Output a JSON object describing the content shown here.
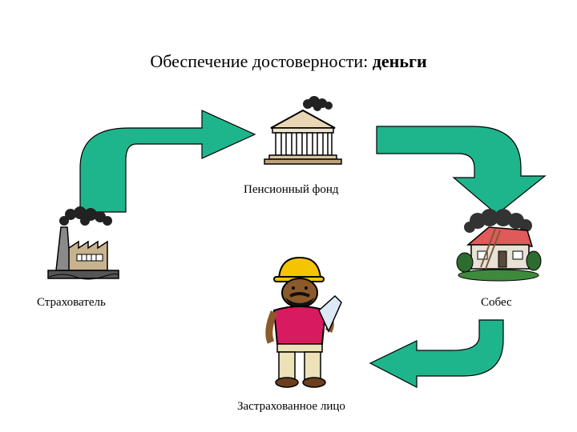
{
  "title": {
    "main": "Обеспечение достоверности: ",
    "emphasis": "деньги"
  },
  "nodes": {
    "pension_fund": {
      "label": "Пенсионный фонд",
      "icon": "bank-building-icon"
    },
    "employer": {
      "label": "Страхователь",
      "icon": "factory-icon"
    },
    "social_service": {
      "label": "Собес",
      "icon": "house-icon"
    },
    "insured_person": {
      "label": "Застрахованное лицо",
      "icon": "worker-icon"
    }
  },
  "colors": {
    "arrow_fill": "#1FB58C",
    "arrow_stroke": "#000000",
    "shirt": "#D81B60",
    "helmet": "#F5C400"
  }
}
